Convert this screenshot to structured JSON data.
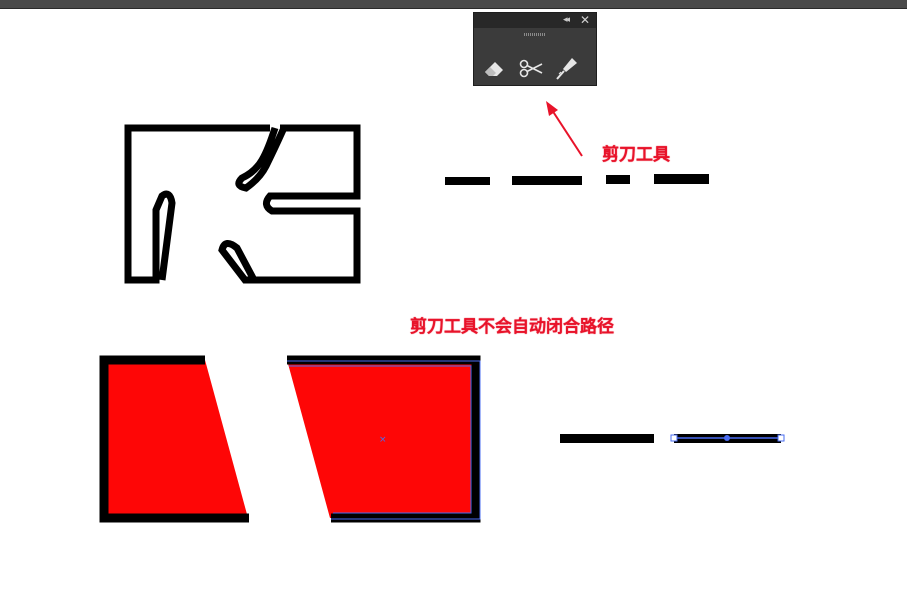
{
  "panel": {
    "collapse_glyph": "◂◂",
    "close_glyph": "✕",
    "tools": [
      {
        "name": "eraser-tool",
        "icon": "eraser-icon"
      },
      {
        "name": "scissors-tool",
        "icon": "scissors-icon"
      },
      {
        "name": "knife-tool",
        "icon": "knife-icon"
      }
    ]
  },
  "annotations": {
    "scissors_label": "剪刀工具",
    "note": "剪刀工具不会自动闭合路径"
  },
  "colors": {
    "annotation": "#e8132a",
    "fill_red": "#fe0606",
    "stroke": "#000000",
    "selection": "#4a6cf0",
    "panel_bg": "#3b3b3b"
  }
}
